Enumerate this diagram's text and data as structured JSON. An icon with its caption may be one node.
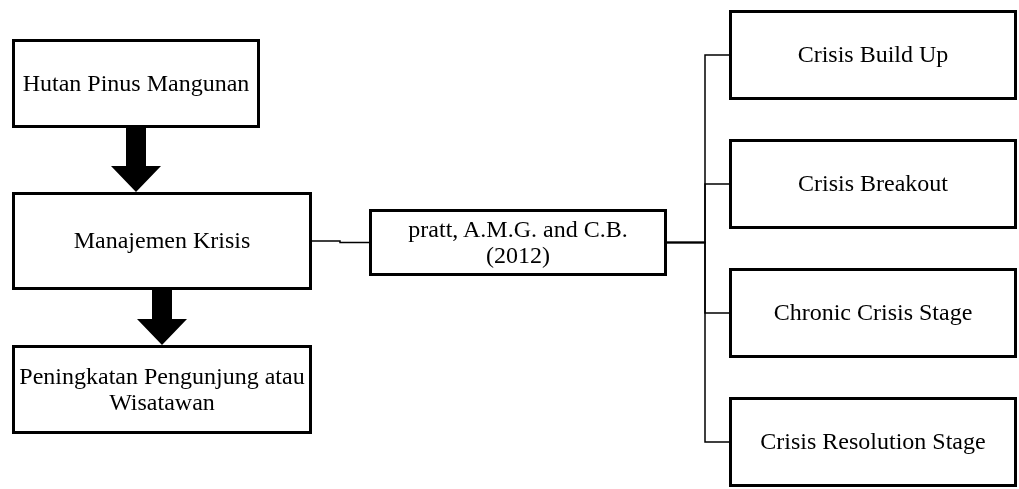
{
  "diagram": {
    "nodes": [
      {
        "text": [
          "Hutan Pinus Mangunan"
        ]
      },
      {
        "text": [
          "Manajemen Krisis"
        ]
      },
      {
        "text": [
          "Peningkatan Pengunjung atau Wisatawan"
        ]
      },
      {
        "text": [
          "pratt, A.M.G. and C.B. (2012)"
        ]
      },
      {
        "text": [
          "Crisis Build Up"
        ]
      },
      {
        "text": [
          "Crisis Breakout"
        ]
      },
      {
        "text": [
          "Chronic Crisis Stage"
        ]
      },
      {
        "text": [
          "Crisis Resolution Stage"
        ]
      }
    ],
    "edges": [
      {
        "from": 0,
        "to": 1,
        "arrow": "to",
        "style": "thick"
      },
      {
        "from": 1,
        "to": 2,
        "arrow": "to",
        "style": "thick"
      },
      {
        "from": 1,
        "to": 3,
        "arrow": "none"
      },
      {
        "from": 3,
        "to": 4,
        "arrow": "none"
      },
      {
        "from": 3,
        "to": 5,
        "arrow": "none"
      },
      {
        "from": 3,
        "to": 6,
        "arrow": "none"
      },
      {
        "from": 3,
        "to": 7,
        "arrow": "none"
      }
    ]
  }
}
